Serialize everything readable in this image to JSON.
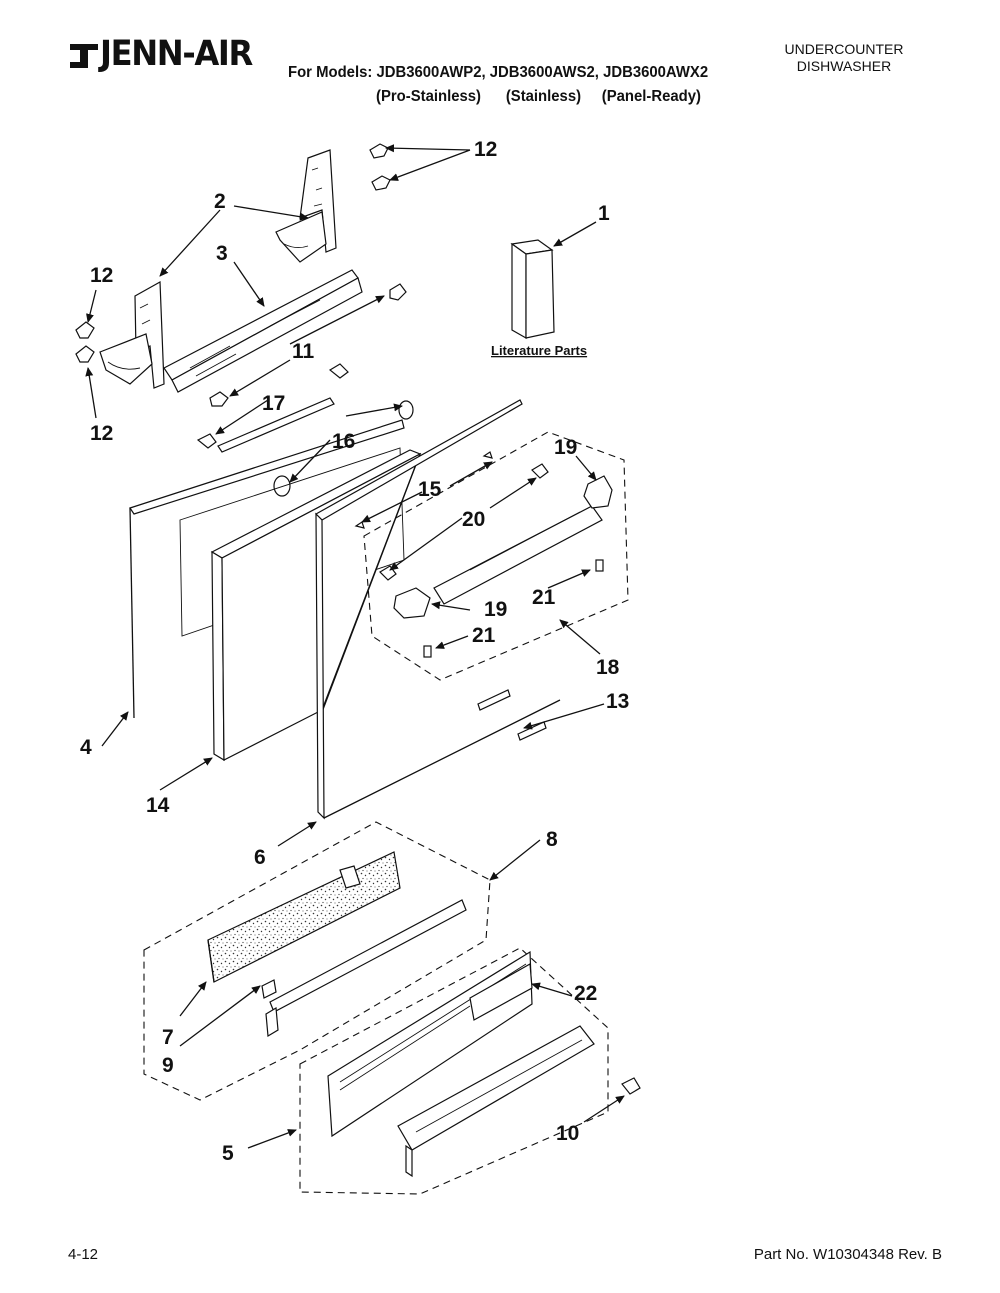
{
  "header": {
    "brand": "JENN-AIR",
    "models_line1": "For Models: JDB3600AWP2, JDB3600AWS2, JDB3600AWX2",
    "models_line2": "(Pro-Stainless)      (Stainless)     (Panel-Ready)",
    "doc_type_line1": "UNDERCOUNTER",
    "doc_type_line2": "DISHWASHER"
  },
  "diagram": {
    "literature_label": "Literature Parts",
    "callouts": [
      "1",
      "2",
      "3",
      "4",
      "5",
      "6",
      "7",
      "8",
      "9",
      "10",
      "11",
      "12",
      "12",
      "12",
      "13",
      "14",
      "15",
      "16",
      "17",
      "18",
      "19",
      "19",
      "20",
      "21",
      "21",
      "22"
    ]
  },
  "footer": {
    "page": "4-12",
    "part_no": "Part No. W10304348 Rev. B"
  }
}
